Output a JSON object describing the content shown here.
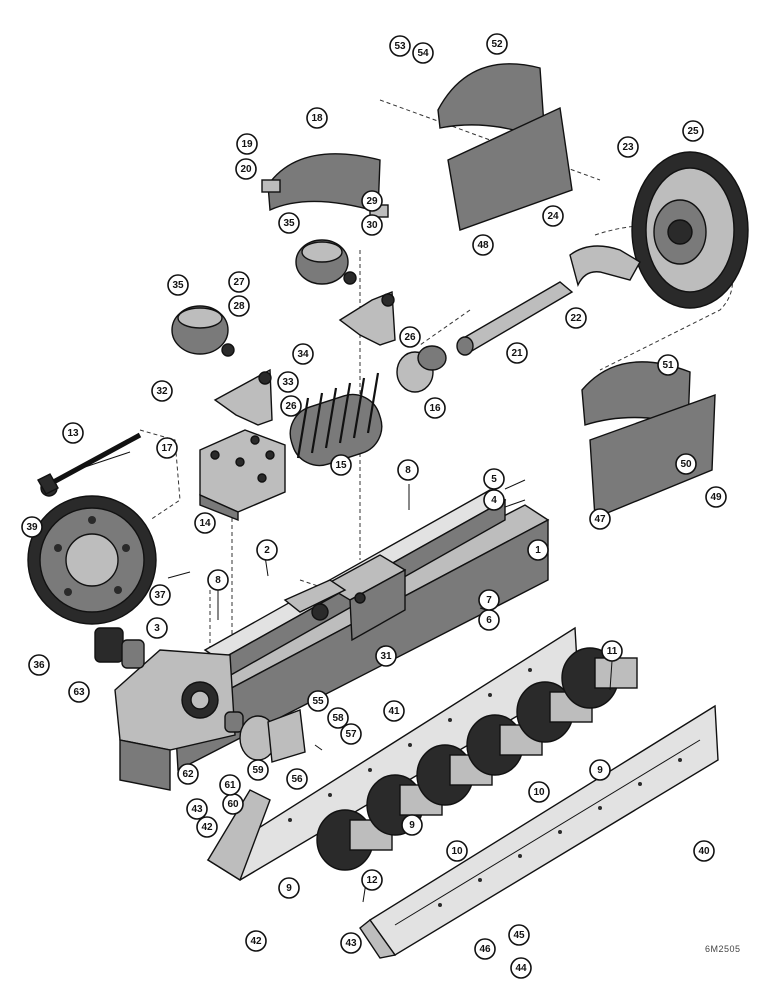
{
  "reference_code": "6M2505",
  "callouts": [
    "1",
    "2",
    "3",
    "4",
    "5",
    "6",
    "7",
    "8",
    "8",
    "9",
    "9",
    "9",
    "10",
    "10",
    "11",
    "12",
    "13",
    "14",
    "15",
    "16",
    "17",
    "18",
    "19",
    "20",
    "21",
    "22",
    "23",
    "24",
    "25",
    "26",
    "26",
    "27",
    "28",
    "29",
    "30",
    "31",
    "32",
    "33",
    "34",
    "35",
    "35",
    "36",
    "37",
    "39",
    "40",
    "41",
    "42",
    "42",
    "43",
    "43",
    "44",
    "45",
    "46",
    "47",
    "48",
    "49",
    "50",
    "51",
    "52",
    "53",
    "54",
    "55",
    "56",
    "57",
    "58",
    "59",
    "60",
    "61",
    "62",
    "63"
  ]
}
